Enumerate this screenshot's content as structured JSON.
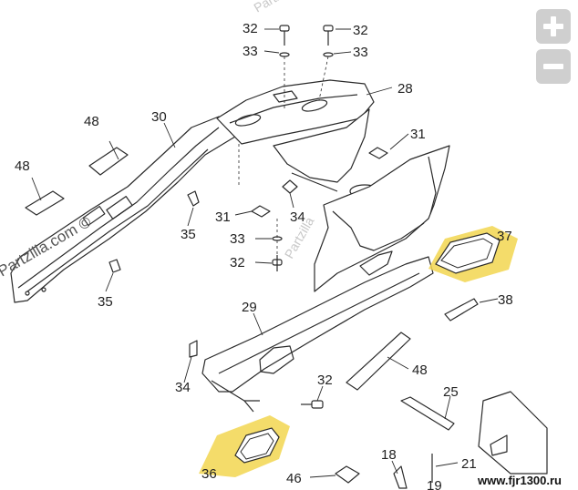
{
  "controls": {
    "zoom_in_icon": "plus-icon",
    "zoom_out_icon": "minus-icon"
  },
  "watermarks": {
    "partzilla_corner": "Partzilla",
    "partzilla_main": "Partzilla.com ©",
    "partzilla_mid": "Partzilla",
    "site": "www.fjr1300.ru"
  },
  "callouts": {
    "c48_top": "48",
    "c48_left": "48",
    "c30": "30",
    "c32_a": "32",
    "c33_a": "33",
    "c32_b": "32",
    "c33_b": "33",
    "c28": "28",
    "c31_r": "31",
    "c31_l": "31",
    "c34_top": "34",
    "c33_c": "33",
    "c32_c": "32",
    "c35_a": "35",
    "c35_b": "35",
    "c37": "37",
    "c38": "38",
    "c29": "29",
    "c34_bot": "34",
    "c48_bot": "48",
    "c32_d": "32",
    "c25": "25",
    "c36": "36",
    "c46": "46",
    "c18": "18",
    "c21": "21",
    "c19": "19"
  },
  "colors": {
    "line": "#2a2a2a",
    "highlight": "#f2d650",
    "watermark": "#c8c8c8",
    "control": "#cfcfcf"
  }
}
